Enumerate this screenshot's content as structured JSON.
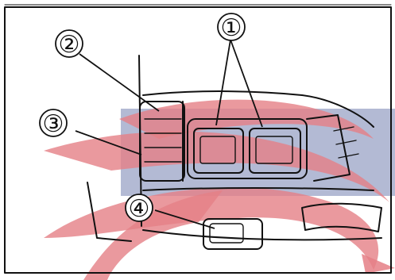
{
  "figure": {
    "callouts": [
      {
        "id": "callout-1",
        "label": "①"
      },
      {
        "id": "callout-2",
        "label": "②"
      },
      {
        "id": "callout-3",
        "label": "③"
      },
      {
        "id": "callout-4",
        "label": "④"
      }
    ]
  },
  "colors": {
    "line": "#111111",
    "watermark_blue": "#9aa3c6",
    "watermark_red": "#e57f86",
    "background": "#ffffff"
  }
}
